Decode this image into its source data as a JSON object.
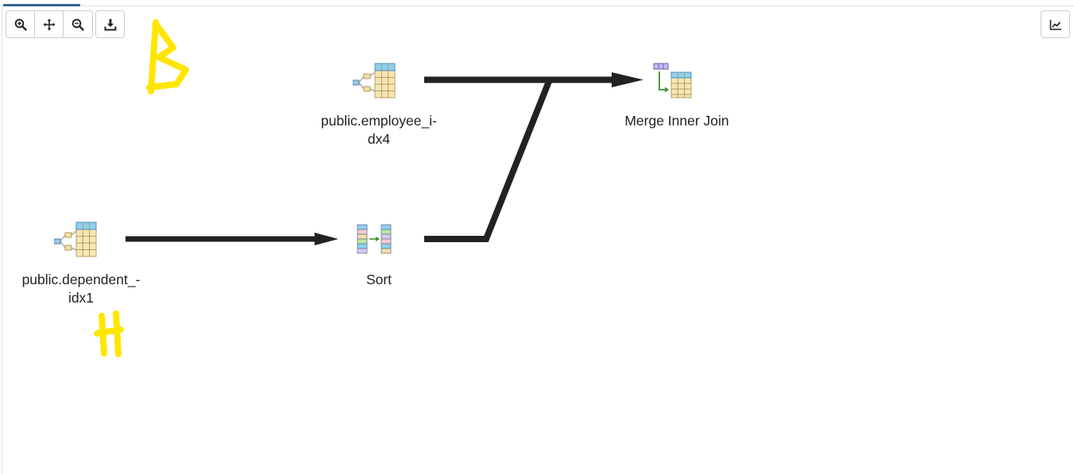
{
  "toolbar": {
    "zoom_in_icon": "zoom-in-icon",
    "fit_icon": "move-arrows-icon",
    "zoom_out_icon": "zoom-out-icon",
    "download_icon": "download-icon",
    "stats_icon": "line-chart-icon"
  },
  "plan": {
    "nodes": [
      {
        "id": "employee",
        "label": "public.employee_i-\ndx4",
        "icon": "index-scan-icon"
      },
      {
        "id": "dependent",
        "label": "public.dependent_-\nidx1",
        "icon": "index-scan-icon"
      },
      {
        "id": "sort",
        "label": "Sort",
        "icon": "sort-icon"
      },
      {
        "id": "merge",
        "label": "Merge Inner Join",
        "icon": "merge-join-icon"
      }
    ]
  },
  "annotations": {
    "letter_b": "B",
    "letter_h": "H",
    "color": "#ffe600"
  },
  "colors": {
    "edge": "#222222",
    "tab_accent": "#326690"
  }
}
